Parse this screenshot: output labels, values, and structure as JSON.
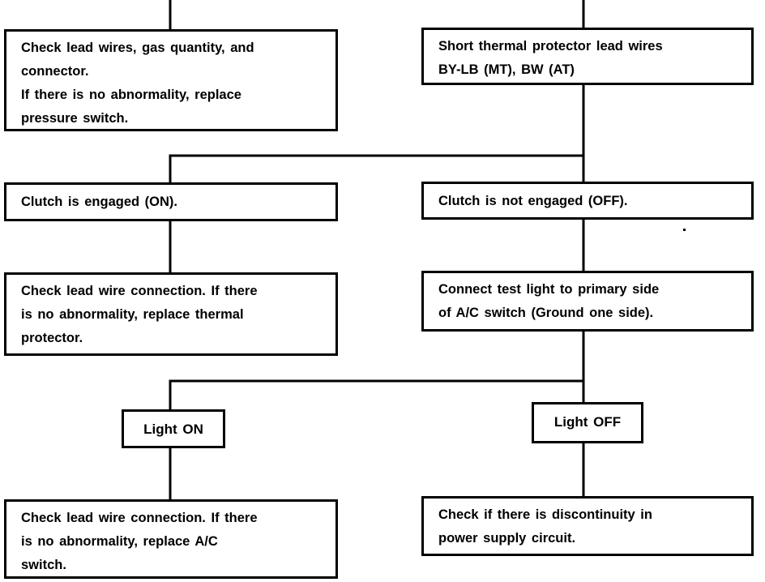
{
  "flowchart": {
    "boxes": [
      {
        "id": "check-gas-pressure-switch",
        "lines": [
          "Check lead wires, gas quantity, and",
          "connector.",
          "If there is no abnormality, replace",
          "pressure switch."
        ]
      },
      {
        "id": "short-thermal-protector",
        "lines": [
          "Short thermal protector lead wires",
          "BY-LB (MT), BW (AT)"
        ]
      },
      {
        "id": "clutch-engaged",
        "lines": [
          "Clutch is engaged (ON)."
        ]
      },
      {
        "id": "clutch-not-engaged",
        "lines": [
          "Clutch is not engaged (OFF)."
        ]
      },
      {
        "id": "check-thermal-protector",
        "lines": [
          "Check lead wire connection. If there",
          "is no abnormality, replace thermal",
          "protector."
        ]
      },
      {
        "id": "connect-test-light",
        "lines": [
          "Connect test light to primary side",
          "of A/C switch (Ground one side)."
        ]
      },
      {
        "id": "light-on",
        "lines": [
          "Light ON"
        ]
      },
      {
        "id": "light-off",
        "lines": [
          "Light OFF"
        ]
      },
      {
        "id": "check-ac-switch",
        "lines": [
          "Check lead wire connection. If there",
          "is no abnormality, replace A/C",
          "switch."
        ]
      },
      {
        "id": "check-power-supply",
        "lines": [
          "Check if there is discontinuity in",
          "power supply circuit."
        ]
      }
    ]
  }
}
